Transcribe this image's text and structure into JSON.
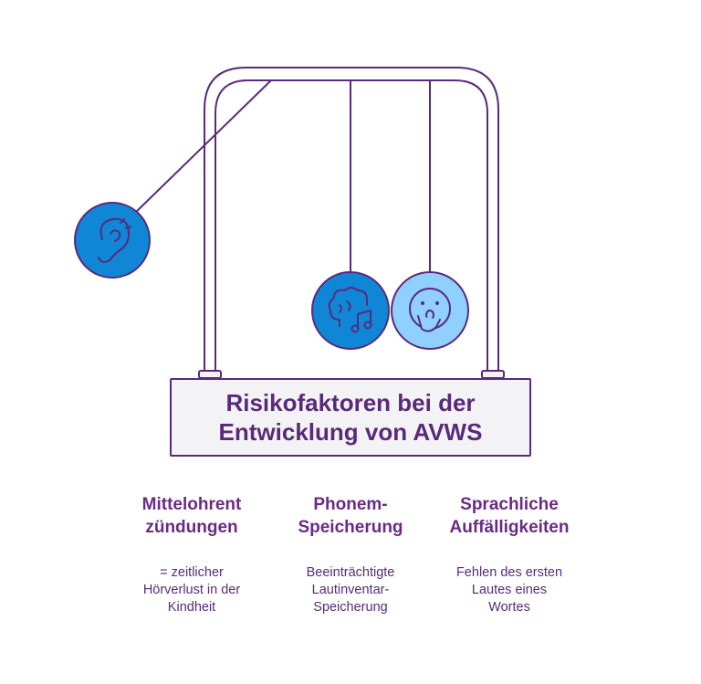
{
  "title": {
    "line1": "Risikofaktoren bei der",
    "line2": "Entwicklung von AVWS"
  },
  "factors": [
    {
      "heading_line1": "Mittelohrent",
      "heading_line2": "zündungen",
      "desc_line1": "= zeitlicher",
      "desc_line2": "Hörverlust in der",
      "desc_line3": "Kindheit",
      "icon": "ear-icon"
    },
    {
      "heading_line1": "Phonem-",
      "heading_line2": "Speicherung",
      "desc_line1": "Beeinträchtigte",
      "desc_line2": "Lautinventar-",
      "desc_line3": "Speicherung",
      "icon": "brain-music-icon"
    },
    {
      "heading_line1": "Sprachliche",
      "heading_line2": "Auffälligkeiten",
      "desc_line1": "Fehlen des ersten",
      "desc_line2": "Lautes eines",
      "desc_line3": "Wortes",
      "icon": "surprised-face-icon"
    }
  ],
  "colors": {
    "outline": "#5a2a7a",
    "ball_dark": "#0f86d6",
    "ball_light": "#8fd0ff",
    "box_fill": "#f3f3f5"
  }
}
